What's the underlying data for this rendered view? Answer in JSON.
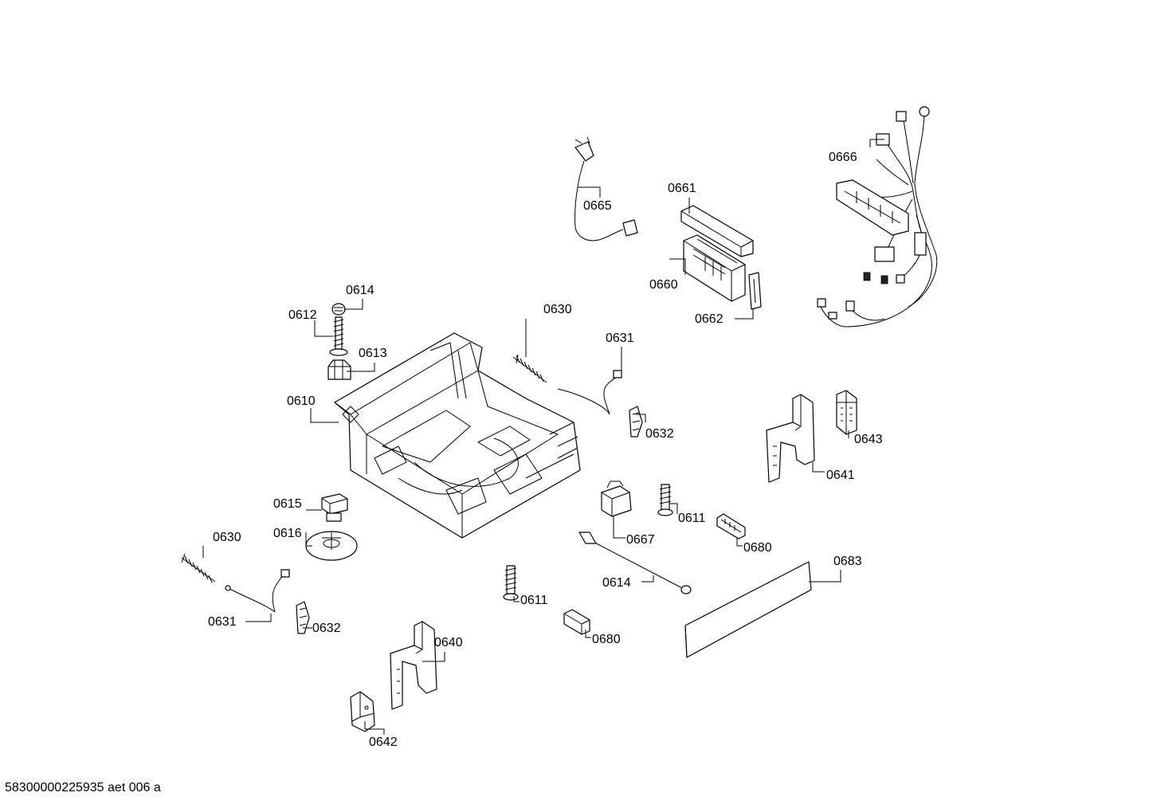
{
  "footer": "58300000225935 aet 006 a",
  "labels": {
    "l0666": "0666",
    "l0665": "0665",
    "l0661": "0661",
    "l0660": "0660",
    "l0662": "0662",
    "l0614a": "0614",
    "l0612": "0612",
    "l0613": "0613",
    "l0610": "0610",
    "l0630a": "0630",
    "l0631a": "0631",
    "l0632a": "0632",
    "l0643": "0643",
    "l0641": "0641",
    "l0615": "0615",
    "l0616": "0616",
    "l0611a": "0611",
    "l0667": "0667",
    "l0680a": "0680",
    "l0683": "0683",
    "l0630b": "0630",
    "l0614b": "0614",
    "l0611b": "0611",
    "l0631b": "0631",
    "l0632b": "0632",
    "l0680b": "0680",
    "l0640": "0640",
    "l0642": "0642"
  }
}
